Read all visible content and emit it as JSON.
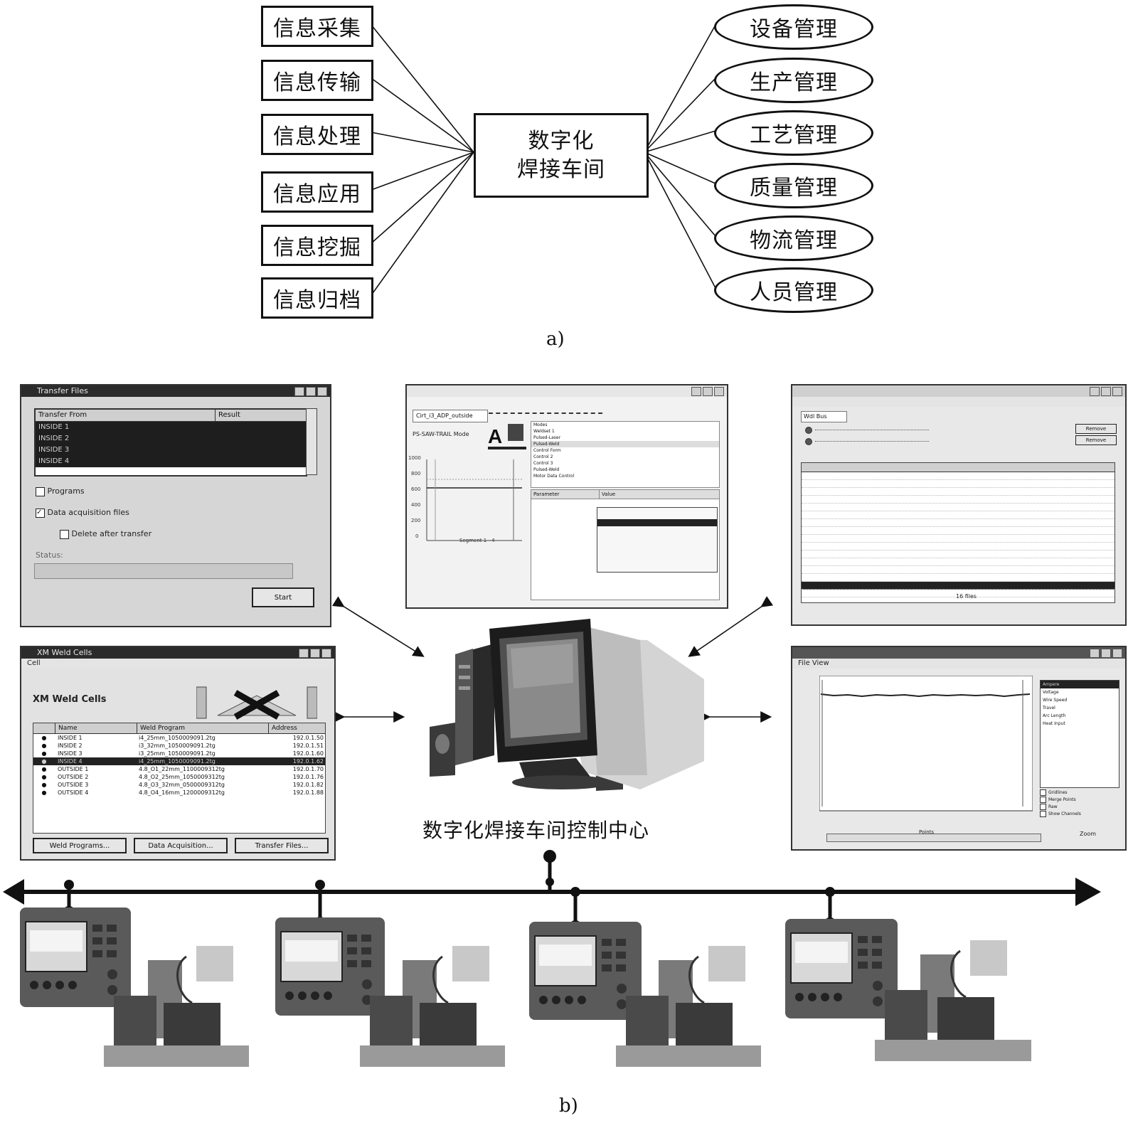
{
  "part_a": {
    "left_nodes": [
      "信息采集",
      "信息传输",
      "信息处理",
      "信息应用",
      "信息挖掘",
      "信息归档"
    ],
    "center": {
      "line1": "数字化",
      "line2": "焊接车间"
    },
    "right_nodes": [
      "设备管理",
      "生产管理",
      "工艺管理",
      "质量管理",
      "物流管理",
      "人员管理"
    ],
    "caption": "a)"
  },
  "part_b": {
    "center_label": "数字化焊接车间控制中心",
    "caption": "b)",
    "transfer_window": {
      "title": "Transfer Files",
      "col_from": "Transfer From",
      "col_result": "Result",
      "rows": [
        "INSIDE 1",
        "INSIDE 2",
        "INSIDE 3",
        "INSIDE 4"
      ],
      "chk_programs": "Programs",
      "chk_data": "Data acquisition files",
      "chk_delete": "Delete after transfer",
      "status_label": "Status:",
      "start_button": "Start"
    },
    "cells_window": {
      "title": "XM Weld Cells",
      "menu": "Cell",
      "heading": "XM Weld Cells",
      "col_name": "Name",
      "col_program": "Weld Program",
      "col_address": "Address",
      "rows": [
        {
          "name": "INSIDE 1",
          "program": "i4_25mm_1050009091.2tg",
          "address": "192.0.1.50"
        },
        {
          "name": "INSIDE 2",
          "program": "i3_32mm_1050009091.2tg",
          "address": "192.0.1.51"
        },
        {
          "name": "INSIDE 3",
          "program": "i3_25mm_1050009091.2tg",
          "address": "192.0.1.60"
        },
        {
          "name": "INSIDE 4",
          "program": "i4_25mm_1050009091.2tg",
          "address": "192.0.1.62"
        },
        {
          "name": "OUTSIDE 1",
          "program": "4.8_O1_22mm_1100009312tg",
          "address": "192.0.1.70"
        },
        {
          "name": "OUTSIDE 2",
          "program": "4.8_O2_25mm_1050009312tg",
          "address": "192.0.1.76"
        },
        {
          "name": "OUTSIDE 3",
          "program": "4.8_O3_32mm_0500009312tg",
          "address": "192.0.1.82"
        },
        {
          "name": "OUTSIDE 4",
          "program": "4.8_O4_16mm_1200009312tg",
          "address": "192.0.1.88"
        }
      ],
      "btn_programs": "Weld Programs...",
      "btn_data": "Data Acquisition...",
      "btn_transfer": "Transfer Files..."
    },
    "program_window": {
      "tab": "Cirt_i3_ADP_outside",
      "mode_label": "PS-SAW-TRAIL Mode",
      "list": [
        "Modes",
        "Weldset 1",
        "Pulsed-Laser",
        "Pulsed-Weld",
        "Control Form",
        "Control 2",
        "Control 3",
        "Pulsed-Weld",
        "Motor Data Control"
      ],
      "param_col": "Parameter",
      "value_col": "Value",
      "y_ticks": [
        "1000",
        "800",
        "600",
        "400",
        "200",
        "0"
      ],
      "segment": "Segment 1 - 4"
    },
    "acq_window": {
      "tab": "Wdl Bus",
      "btn_remove1": "Remove",
      "btn_remove2": "Remove",
      "footer": "16 files"
    },
    "graph_window": {
      "menu": "File  View",
      "x_label": "Points",
      "legend": [
        "Ampere",
        "Voltage",
        "Wire Speed",
        "Travel",
        "Arc Length",
        "Heat Input"
      ],
      "checks": [
        "Gridlines",
        "Merge Points",
        "Raw",
        "Show Channels"
      ],
      "zoom_label": "Zoom"
    }
  }
}
